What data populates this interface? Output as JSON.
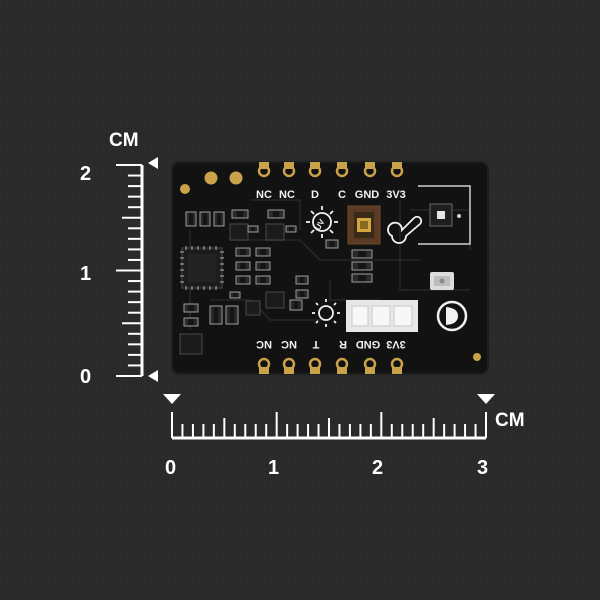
{
  "ruler_unit": "CM",
  "horizontal_ruler": {
    "unit": "CM",
    "labels": [
      "0",
      "1",
      "2",
      "3"
    ]
  },
  "vertical_ruler": {
    "unit": "CM",
    "labels": [
      "0",
      "1",
      "2"
    ]
  },
  "board": {
    "top_pins": [
      "NC",
      "NC",
      "D",
      "C",
      "GND",
      "3V3"
    ],
    "bottom_pins": [
      "NC",
      "NC",
      "T",
      "R",
      "GND",
      "3V3"
    ],
    "chip_mark": "UV"
  },
  "colors": {
    "background": "#2b2b2b",
    "pcb": "#121212",
    "silkscreen": "#f2f2f2",
    "gold": "#c9a24a",
    "ruler": "#ffffff"
  }
}
